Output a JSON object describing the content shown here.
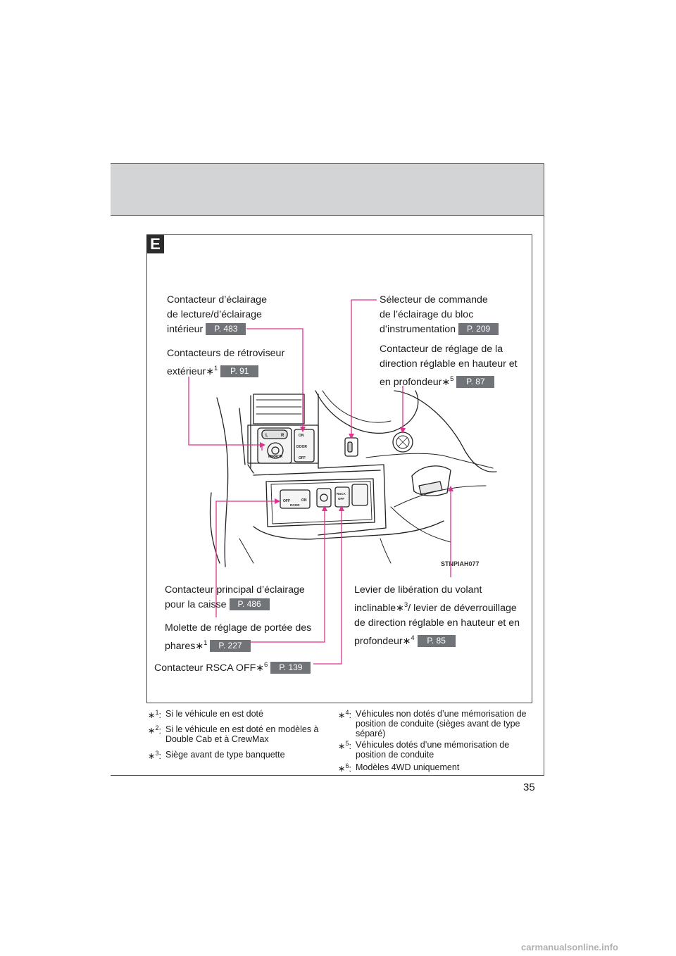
{
  "section": {
    "letter": "E"
  },
  "callouts": {
    "reading_light": {
      "line1": "Contacteur d’éclairage",
      "line2": "de lecture/d’éclairage",
      "line3": "intérieur",
      "page": "P. 483"
    },
    "mirror": {
      "line1": "Contacteurs de rétroviseur",
      "line2": "extérieur",
      "note": "1",
      "page": "P. 91"
    },
    "dimmer": {
      "line1": "Sélecteur de commande",
      "line2": "de l’éclairage du bloc",
      "line3": "d’instrumentation",
      "page": "P. 209"
    },
    "tilt": {
      "line1": "Contacteur de réglage de la",
      "line2": "direction réglable en hauteur et",
      "line3": "en profondeur",
      "note": "5",
      "page": "P. 87"
    },
    "bed_light": {
      "line1": "Contacteur principal d’éclairage",
      "line2": "pour la caisse",
      "page": "P. 486"
    },
    "headlight_level": {
      "line1": "Molette de réglage de portée des",
      "line2": "phares",
      "note": "1",
      "page": "P. 227"
    },
    "rsca": {
      "line1": "Contacteur RSCA OFF",
      "note": "6",
      "page": "P. 139"
    },
    "release_lever": {
      "line1": "Levier de libération du volant",
      "line2a": "inclinable",
      "note_a": "3",
      "line2b": "/ levier de déverrouillage",
      "line3": "de direction réglable en hauteur et en",
      "line4": "profondeur",
      "note_b": "4",
      "page": "P. 85"
    }
  },
  "illustration": {
    "code": "STNPIAH077",
    "mirror_switch": {
      "l": "L",
      "r": "R",
      "label": "MIRROR"
    },
    "dome_switch": {
      "on": "ON",
      "door": "DOOR",
      "off": "OFF"
    },
    "bed_switch": {
      "off": "OFF",
      "on": "ON",
      "door": "DOOR"
    },
    "rsca_switch": {
      "label1": "RSCA",
      "label2": "OFF"
    }
  },
  "footnotes": {
    "left": [
      {
        "num": "1",
        "text": "Si le véhicule en est doté"
      },
      {
        "num": "2",
        "text": "Si le véhicule en est doté en modèles à Double Cab et à CrewMax"
      },
      {
        "num": "3",
        "text": "Siège avant de type banquette"
      }
    ],
    "right": [
      {
        "num": "4",
        "text": "Véhicules non dotés d’une mémorisation de position de conduite (sièges avant de type séparé)"
      },
      {
        "num": "5",
        "text": "Véhicules dotés d’une mémorisation de position de conduite"
      },
      {
        "num": "6",
        "text": "Modèles 4WD uniquement"
      }
    ]
  },
  "page_number": "35",
  "watermark": "carmanualsonline.info",
  "colors": {
    "leader": "#e0338f",
    "badge": "#707378",
    "band": "#d3d4d6"
  }
}
